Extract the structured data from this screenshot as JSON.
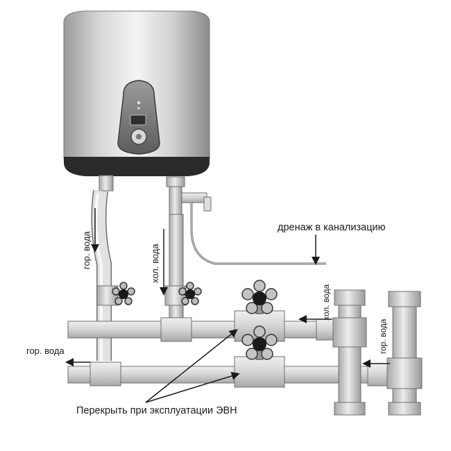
{
  "labels": {
    "hot_water_vertical": "гор. вода",
    "cold_water_vertical": "хол. вода",
    "drain": "дренаж в канализацию",
    "cold_water_riser": "хол. вода",
    "hot_water_riser": "гор. вода",
    "hot_water_outlet": "гор. вода",
    "shut_off_note": "Перекрыть при эксплуатации ЭВН"
  },
  "colors": {
    "pipe_fill": "#d9d9d9",
    "pipe_stroke": "#6e6e6e",
    "valve_dark": "#1a1a1a",
    "heater_body": "#c8c8c8",
    "heater_base": "#2a2a2a",
    "text": "#1a1a1a"
  },
  "icons": {
    "heater": "water-heater-icon",
    "valve": "valve-handle-icon"
  }
}
